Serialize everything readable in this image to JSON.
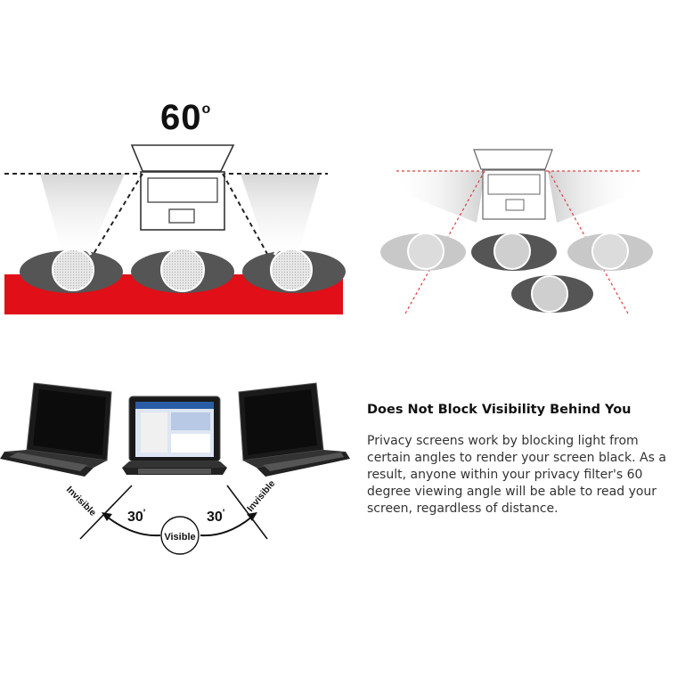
{
  "top_left": {
    "angle_value": "60",
    "angle_unit": "o"
  },
  "bottom_left": {
    "left_label": "Invisible",
    "right_label": "Invisible",
    "left_angle": "30",
    "right_angle": "30",
    "center_label": "Visible",
    "degree_mark": "'"
  },
  "text": {
    "heading": "Does Not Block Visibility Behind You",
    "body": "Privacy screens work by blocking light from certain angles to render your screen black. As a result, anyone within your privacy filter's 60 degree viewing angle will be able to read your screen, regardless of distance."
  },
  "colors": {
    "red_band": "#e10f17",
    "dark_ellipse": "#555555",
    "light_ellipse": "#c8c8c8",
    "dashed_red": "#e04040"
  }
}
